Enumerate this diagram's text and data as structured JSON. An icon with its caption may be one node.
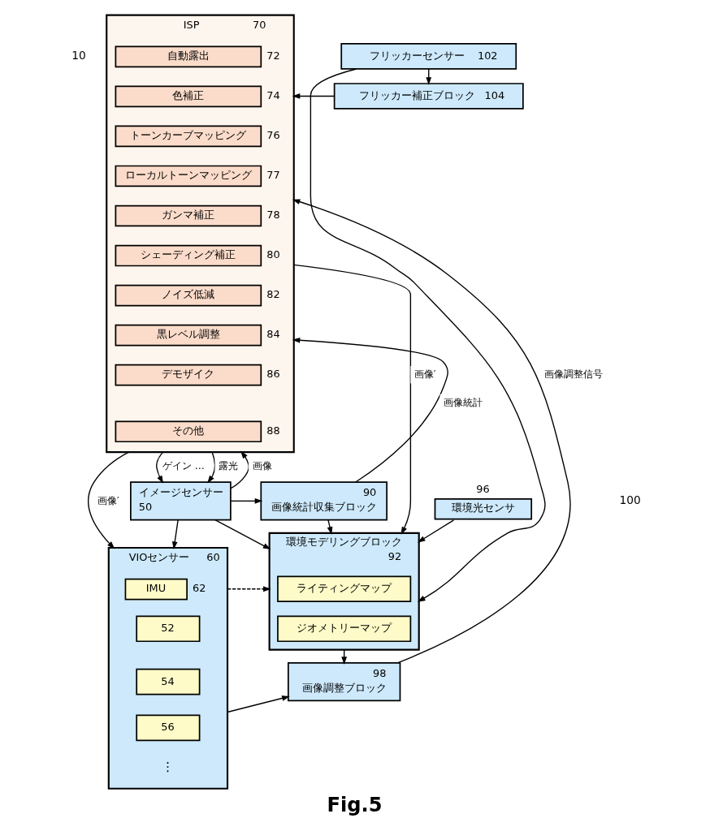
{
  "diagram": {
    "caption": "Fig.5",
    "nodes": [
      {
        "text": [
          "ISP",
          "70"
        ]
      },
      {
        "text": [
          "自動露出"
        ],
        "in": 0,
        "beside": [
          "72"
        ]
      },
      {
        "text": [
          "色補正"
        ],
        "in": 0,
        "beside": [
          "74"
        ]
      },
      {
        "text": [
          "トーンカーブマッピング"
        ],
        "in": 0,
        "beside": [
          "76"
        ]
      },
      {
        "text": [
          "ローカルトーンマッピング"
        ],
        "in": 0,
        "beside": [
          "77"
        ]
      },
      {
        "text": [
          "ガンマ補正"
        ],
        "in": 0,
        "beside": [
          "78"
        ]
      },
      {
        "text": [
          "シェーディング補正"
        ],
        "in": 0,
        "beside": [
          "80"
        ]
      },
      {
        "text": [
          "ノイズ低減"
        ],
        "in": 0,
        "beside": [
          "82"
        ]
      },
      {
        "text": [
          "黒レベル調整"
        ],
        "in": 0,
        "beside": [
          "84"
        ]
      },
      {
        "text": [
          "デモザイク"
        ],
        "in": 0,
        "beside": [
          "86"
        ]
      },
      {
        "text": [
          "その他"
        ],
        "in": 0,
        "beside": [
          "88"
        ]
      },
      {
        "text": [
          "フリッカーセンサー",
          "102"
        ]
      },
      {
        "text": [
          "フリッカー補正ブロック",
          "104"
        ]
      },
      {
        "text": [
          "イメージセンサー",
          "50"
        ]
      },
      {
        "text": [
          "90",
          "画像統計収集ブロック"
        ]
      },
      {
        "text": [
          "VIOセンサー",
          "60",
          "⋮"
        ]
      },
      {
        "text": [
          "IMU"
        ],
        "in": 15,
        "beside": [
          "62"
        ]
      },
      {
        "text": [
          "52"
        ],
        "in": 15
      },
      {
        "text": [
          "54"
        ],
        "in": 15
      },
      {
        "text": [
          "56"
        ],
        "in": 15
      },
      {
        "text": [
          "環境モデリングブロック",
          "92"
        ]
      },
      {
        "text": [
          "ライティングマップ"
        ],
        "in": 20
      },
      {
        "text": [
          "ジオメトリーマップ"
        ],
        "in": 20
      },
      {
        "text": [
          "環境光センサ"
        ],
        "beside": [
          "96"
        ]
      },
      {
        "text": [
          "98",
          "画像調整ブロック"
        ]
      }
    ],
    "edges": [
      {
        "from": 11,
        "to": 12,
        "arrow": "to"
      },
      {
        "from": 12,
        "to": 0,
        "arrow": "to"
      },
      {
        "from": 11,
        "to": 20,
        "arrow": "to"
      },
      {
        "from": 24,
        "to": 0,
        "arrow": "to",
        "label": "画像調整信号"
      },
      {
        "from": 0,
        "to": 20,
        "arrow": "to",
        "label": "画像′"
      },
      {
        "from": 14,
        "to": 0,
        "arrow": "to",
        "label": "画像統計"
      },
      {
        "from": 0,
        "to": 15,
        "arrow": "to",
        "label": "画像′"
      },
      {
        "from": 0,
        "to": 13,
        "arrow": "to",
        "label": "露光"
      },
      {
        "from": 0,
        "to": 13,
        "arrow": "to",
        "label": "ゲイン …"
      },
      {
        "from": 13,
        "to": 0,
        "arrow": "to",
        "label": "画像"
      },
      {
        "from": 13,
        "to": 14,
        "arrow": "to"
      },
      {
        "from": 13,
        "to": 20,
        "arrow": "to"
      },
      {
        "from": 13,
        "to": 15,
        "arrow": "to"
      },
      {
        "from": 15,
        "to": 20,
        "arrow": "to",
        "style": "dashed"
      },
      {
        "from": 14,
        "to": 20,
        "arrow": "to"
      },
      {
        "from": 23,
        "to": 20,
        "arrow": "to"
      },
      {
        "from": 20,
        "to": 24,
        "arrow": "to"
      },
      {
        "from": 15,
        "to": 24,
        "arrow": "to"
      }
    ],
    "labels": [
      "10",
      "100"
    ]
  }
}
